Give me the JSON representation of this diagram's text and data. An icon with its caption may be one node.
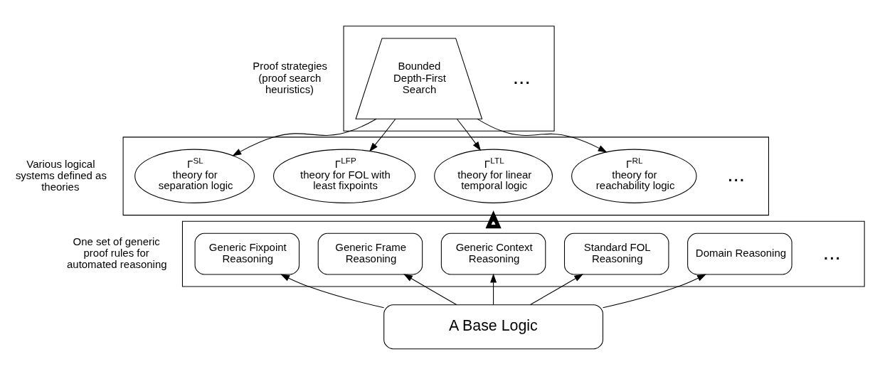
{
  "diagram": {
    "nodes": [
      {
        "text": [],
        "shape": "box"
      },
      {
        "text": [
          "Bounded Depth-First Search"
        ],
        "in": 0
      },
      {
        "text": [],
        "shape": "box"
      },
      {
        "text": [
          "Γ$^{SL}$",
          "theory for separation logic"
        ],
        "in": 2
      },
      {
        "text": [
          "Γ$^{LFP}$",
          "theory for FOL with least fixpoints"
        ],
        "in": 2
      },
      {
        "text": [
          "Γ$^{LTL}$",
          "theory for linear temporal logic"
        ],
        "in": 2
      },
      {
        "text": [
          "Γ$^{RL}$",
          "theory for reachability logic"
        ],
        "in": 2
      },
      {
        "text": [],
        "shape": "box"
      },
      {
        "text": [
          "Generic Fixpoint Reasoning"
        ],
        "in": 7
      },
      {
        "text": [
          "Generic Frame Reasoning"
        ],
        "in": 7
      },
      {
        "text": [
          "Generic Context Reasoning"
        ],
        "in": 7
      },
      {
        "text": [
          "Standard FOL Reasoning"
        ],
        "in": 7
      },
      {
        "text": [
          "Domain Reasoning"
        ],
        "in": 7
      },
      {
        "text": [
          "A Base Logic"
        ]
      }
    ],
    "edges": [
      {
        "from": 1,
        "to": 3,
        "arrow": "to"
      },
      {
        "from": 1,
        "to": 4,
        "arrow": "to"
      },
      {
        "from": 1,
        "to": 5,
        "arrow": "to"
      },
      {
        "from": 1,
        "to": 6,
        "arrow": "to"
      },
      {
        "from": 7,
        "to": 2,
        "arrow": "to",
        "style": "thick"
      },
      {
        "from": 13,
        "to": 8,
        "arrow": "to"
      },
      {
        "from": 13,
        "to": 9,
        "arrow": "to"
      },
      {
        "from": 13,
        "to": 10,
        "arrow": "to"
      },
      {
        "from": 13,
        "to": 11,
        "arrow": "to"
      },
      {
        "from": 13,
        "to": 12,
        "arrow": "to"
      }
    ],
    "labels": [
      "Proof strategies (proof search heuristics)",
      "...",
      "Various logical systems defined as theories",
      "...",
      "One set of generic proof rules for automated reasoning",
      "..."
    ]
  }
}
